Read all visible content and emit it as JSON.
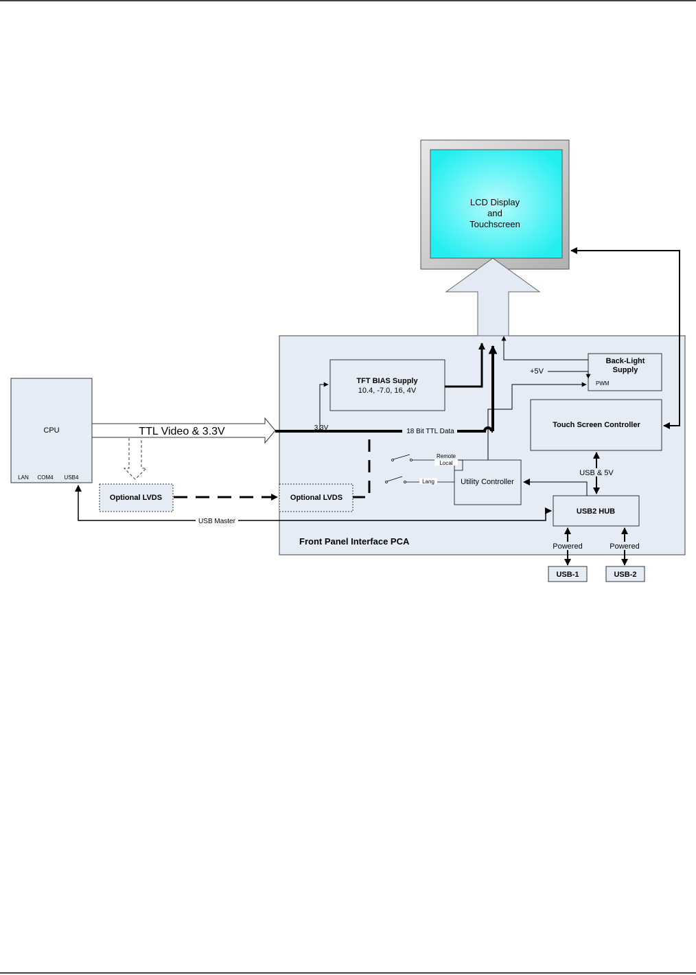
{
  "diagram": {
    "colors": {
      "panel_fill": "#e6ecf6",
      "screen_fill": "#22eef0",
      "bezel_fill": "#cfcfcf",
      "arrow_fill": "#e3eaf5",
      "line": "#000000"
    },
    "lcd": {
      "line1": "LCD Display",
      "line2": "and",
      "line3": "Touchscreen"
    },
    "cpu": {
      "label": "CPU",
      "ports": [
        "LAN",
        "COM4",
        "USB4"
      ]
    },
    "ttl_video_label": "TTL Video & 3.3V",
    "optional_lvds_left": "Optional LVDS",
    "optional_lvds_right": "Optional LVDS",
    "tft_bias": {
      "title": "TFT BIAS Supply",
      "values": "10.4, -7.0, 16, 4V"
    },
    "backlight": {
      "line1": "Back-Light",
      "line2": "Supply",
      "pwm": "PWM"
    },
    "plus5v_label": "+5V",
    "v33_label": "3.3V",
    "ttl_data_label": "18 Bit TTL Data",
    "touch_controller": "Touch Screen Controller",
    "utility_controller": "Utility Controller",
    "switch_labels": {
      "remote": "Remote",
      "local": "Local",
      "lang": "Lang"
    },
    "usb_5v_label": "USB & 5V",
    "usb_hub": "USB2 HUB",
    "usb_master_label": "USB Master",
    "panel_label": "Front Panel Interface PCA",
    "powered_left": "Powered",
    "powered_right": "Powered",
    "usb1": "USB-1",
    "usb2": "USB-2"
  }
}
